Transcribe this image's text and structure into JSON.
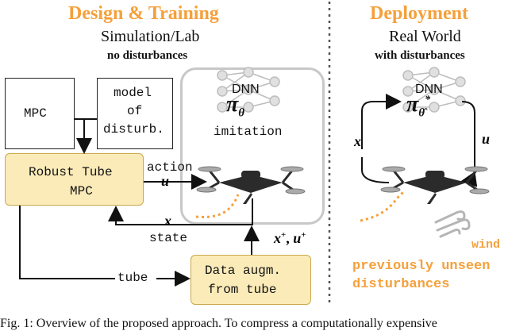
{
  "left_panel": {
    "title": "Design & Training",
    "subtitle": "Simulation/Lab",
    "note": "no disturbances"
  },
  "right_panel": {
    "title": "Deployment",
    "subtitle": "Real World",
    "note": "with disturbances"
  },
  "blocks": {
    "mpc": "MPC",
    "model_line1": "model",
    "model_line2": "of",
    "model_line3": "disturb.",
    "robust_line1": "Robust Tube",
    "robust_line2": "MPC",
    "data_line1": "Data augm.",
    "data_line2": "from tube"
  },
  "policy_left": {
    "net_label": "DNN",
    "symbol": "π",
    "subscript": "θ",
    "caption": "imitation"
  },
  "policy_right": {
    "net_label": "DNN",
    "symbol": "π",
    "subscript": "θ̂",
    "superscript": "*"
  },
  "signals": {
    "action": "action",
    "u": "u",
    "x": "x",
    "state": "state",
    "x_plus": "x",
    "plus": "+",
    "comma": ", ",
    "u_plus": "u",
    "tube": "tube",
    "x_right": "x",
    "u_right": "u",
    "wind": "wind"
  },
  "unseen": {
    "line1": "previously unseen",
    "line2": "disturbances"
  },
  "caption": "Fig. 1: Overview of the proposed approach. To compress a computationally expensive",
  "colors": {
    "orange": "#f5a03a",
    "yellow_fill": "#fbebb9",
    "yellow_border": "#c9a84a"
  }
}
